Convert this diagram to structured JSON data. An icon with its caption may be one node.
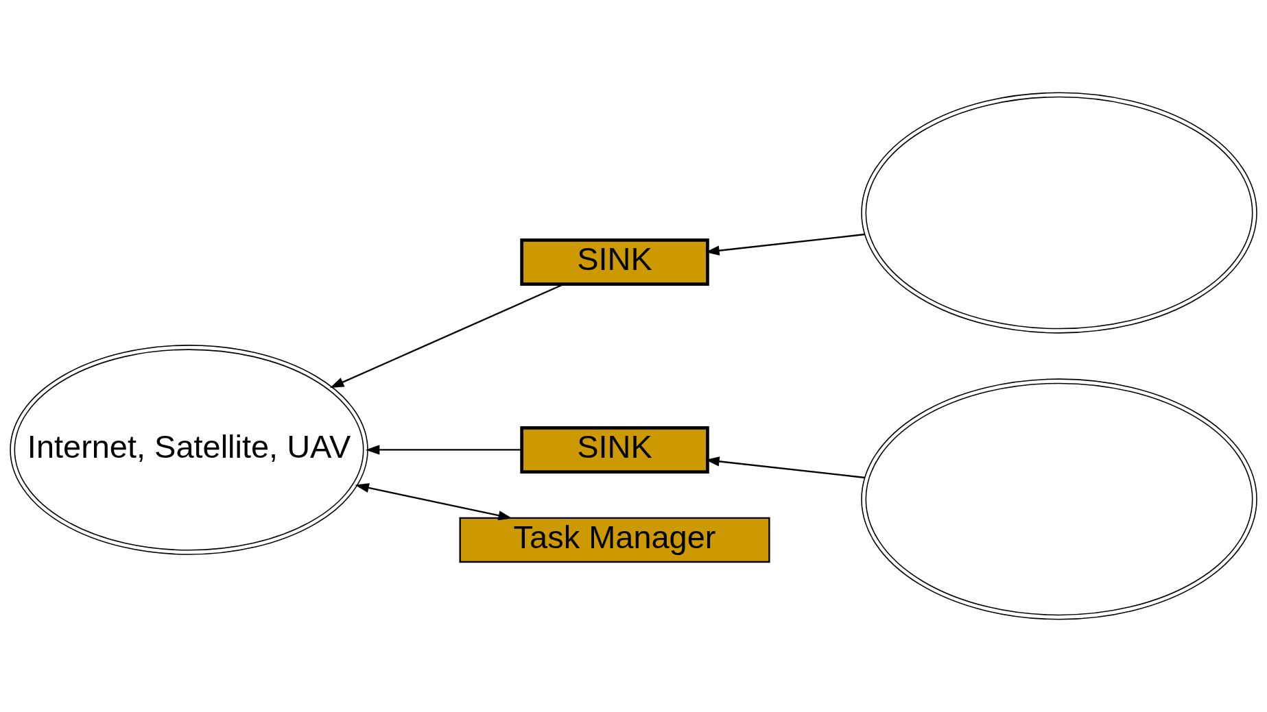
{
  "diagram": {
    "nodes": [
      {
        "text": [
          "Internet, Satellite, UAV"
        ]
      },
      {
        "text": [
          "SINK"
        ]
      },
      {
        "text": [],
        "shape": "cloud"
      },
      {
        "text": [
          "SINK"
        ]
      },
      {
        "text": [
          "Task Manager"
        ]
      },
      {
        "text": [],
        "shape": "cloud"
      }
    ],
    "edges": [
      {
        "from": 1,
        "to": 0,
        "arrow": "to"
      },
      {
        "from": 2,
        "to": 1,
        "arrow": "to"
      },
      {
        "from": 3,
        "to": 0,
        "arrow": "to"
      },
      {
        "from": 4,
        "to": 0,
        "arrow": "both"
      },
      {
        "from": 5,
        "to": 3,
        "arrow": "to"
      }
    ]
  }
}
